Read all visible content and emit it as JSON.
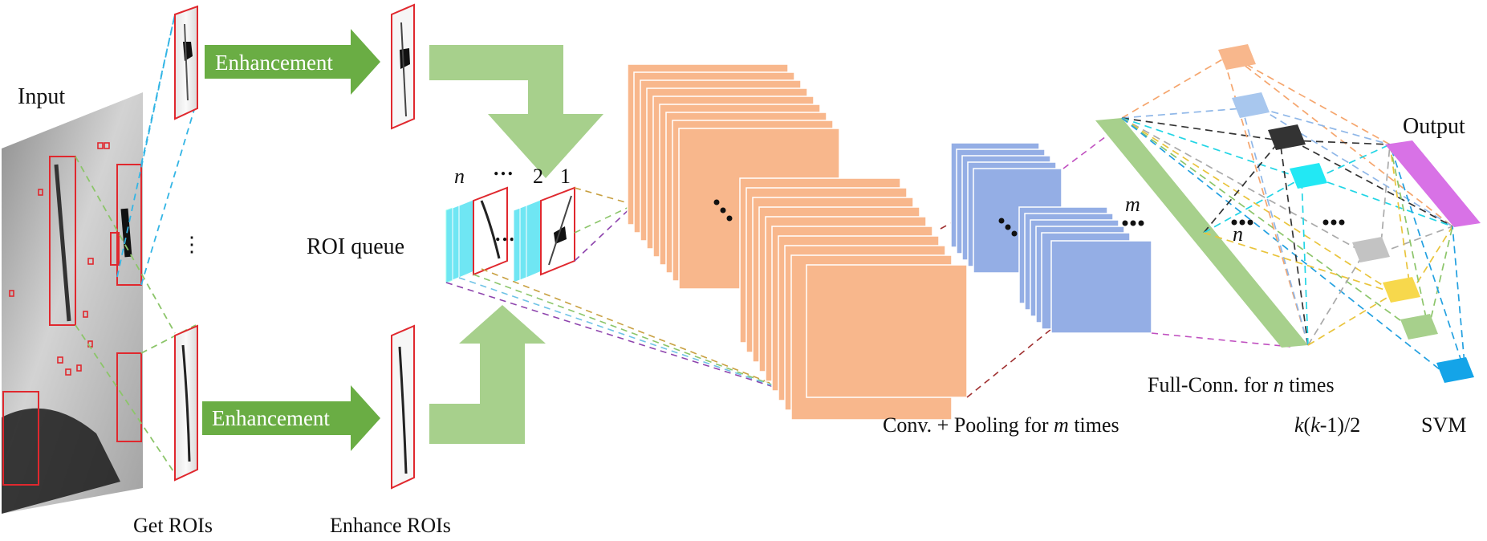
{
  "labels": {
    "input": "Input",
    "get_rois": "Get ROIs",
    "enhance_rois": "Enhance ROIs",
    "roi_queue": "ROI queue",
    "enhancement_top": "Enhancement",
    "enhancement_bottom": "Enhancement",
    "queue_n": "n",
    "queue_dots": "…",
    "queue_2": "2",
    "queue_1": "1",
    "conv_pool_prefix": "Conv. + Pooling for ",
    "conv_pool_m": "m",
    "conv_pool_suffix": " times",
    "m_symbol": "m",
    "n_symbol": "n",
    "fc_prefix": "Full-Conn. for ",
    "fc_n": "n",
    "fc_suffix": " times",
    "formula_k1": "k",
    "formula_open": "(",
    "formula_k2": "k",
    "formula_rest": "-1)/2",
    "svm": "SVM",
    "output": "Output",
    "vertical_dots": "⋮"
  },
  "colors": {
    "roi_border": "#e0282e",
    "arrow_green": "#6aad44",
    "block_arrow_green": "#a7d08c",
    "conv_orange": "#f8b78c",
    "pool_blue": "#94aee5",
    "queue_cyan": "#6fe6f3",
    "fc_green": "#a7d08c",
    "output_magenta": "#d872e6",
    "fc_nodes": [
      "#f8b78c",
      "#a8c7ee",
      "#333333",
      "#22e8f4",
      "#c3c3c3",
      "#f7d84c",
      "#a7d08c",
      "#14a4e8"
    ]
  },
  "icons": {
    "dots": "ellipsis-icon"
  }
}
